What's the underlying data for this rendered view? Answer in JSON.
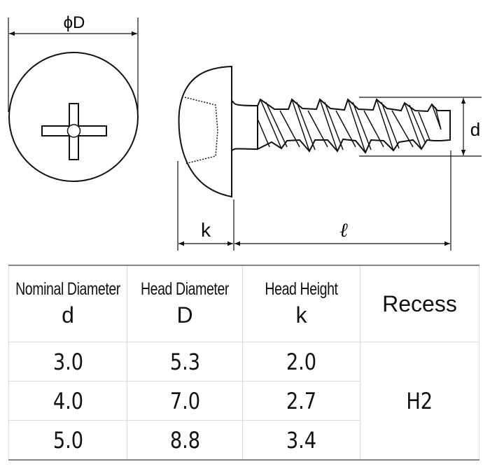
{
  "drawing": {
    "labels": {
      "head_diameter": "ϕD",
      "thread_diameter": "d",
      "head_height": "k",
      "length": "ℓ"
    }
  },
  "table": {
    "headers": [
      {
        "name": "Nominal Diameter",
        "symbol": "d"
      },
      {
        "name": "Head Diameter",
        "symbol": "D"
      },
      {
        "name": "Head Height",
        "symbol": "k"
      },
      {
        "name": "Recess",
        "symbol": ""
      }
    ],
    "rows": [
      [
        "3.0",
        "5.3",
        "2.0"
      ],
      [
        "4.0",
        "7.0",
        "2.7"
      ],
      [
        "5.0",
        "8.8",
        "3.4"
      ]
    ],
    "recess_value": "H2"
  }
}
